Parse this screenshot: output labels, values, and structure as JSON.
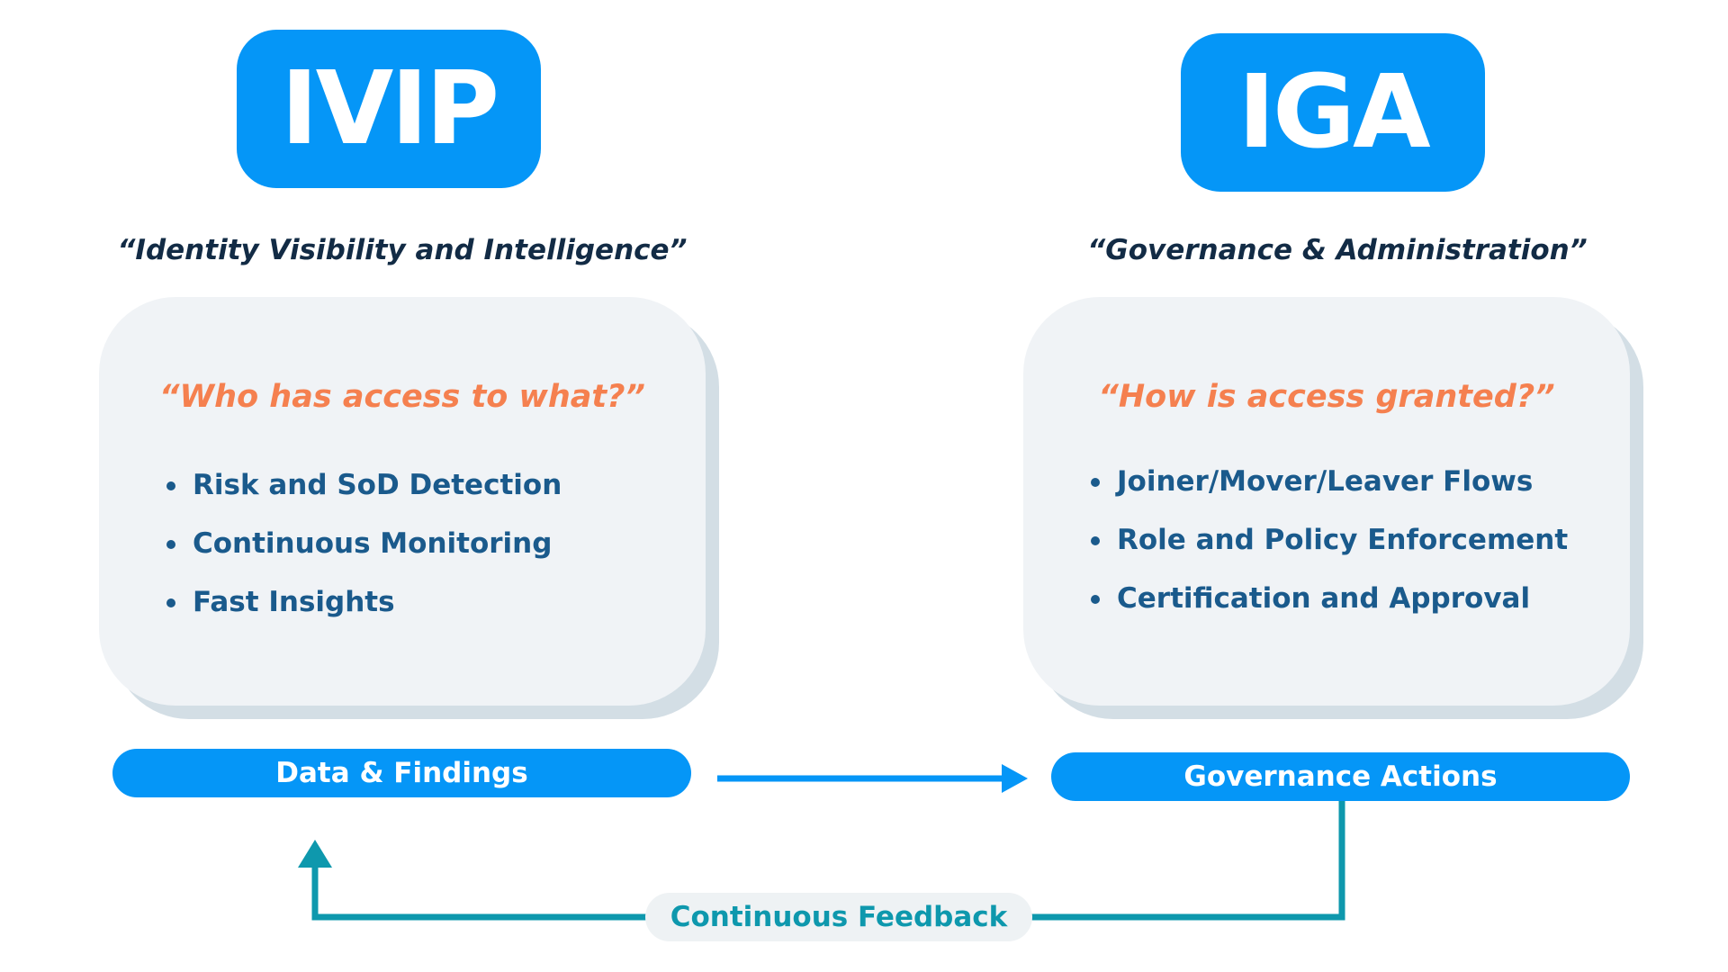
{
  "colors": {
    "badge_blue": "#0596f7",
    "subtitle_navy": "#122b45",
    "question_orange": "#f5804f",
    "bullet_blue": "#1a5a8c",
    "card_background": "#f0f3f6",
    "card_shadow": "#d3dee5",
    "feedback_teal": "#0e98ad"
  },
  "ivip": {
    "badge": "IVIP",
    "subtitle": "“Identity Visibility and Intelligence”",
    "question": "“Who has access to what?”",
    "bullets": [
      "Risk and SoD Detection",
      "Continuous Monitoring",
      "Fast Insights"
    ],
    "output_label": "Data & Findings"
  },
  "iga": {
    "badge": "IGA",
    "subtitle": "“Governance & Administration”",
    "question": "“How is access granted?”",
    "bullets": [
      "Joiner/Mover/Leaver Flows",
      "Role and Policy Enforcement",
      "Certification and Approval"
    ],
    "output_label": "Governance Actions"
  },
  "feedback": {
    "label": "Continuous Feedback"
  }
}
